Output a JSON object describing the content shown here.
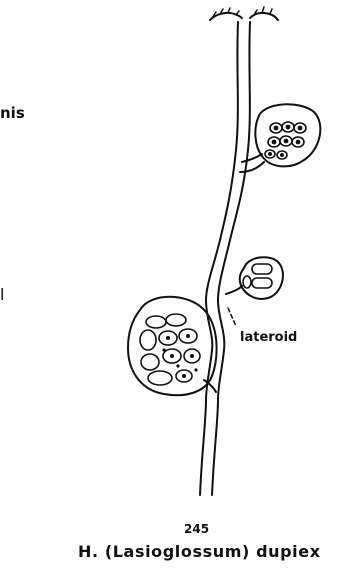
{
  "page": {
    "left_fragment_top": "nis",
    "left_fragment_mid": "l"
  },
  "figure": {
    "callout_label": "lateroid",
    "number": "245",
    "caption": "H. (Lasioglossum) dupiex"
  },
  "colors": {
    "ink": "#111111",
    "paper": "#ffffff"
  }
}
